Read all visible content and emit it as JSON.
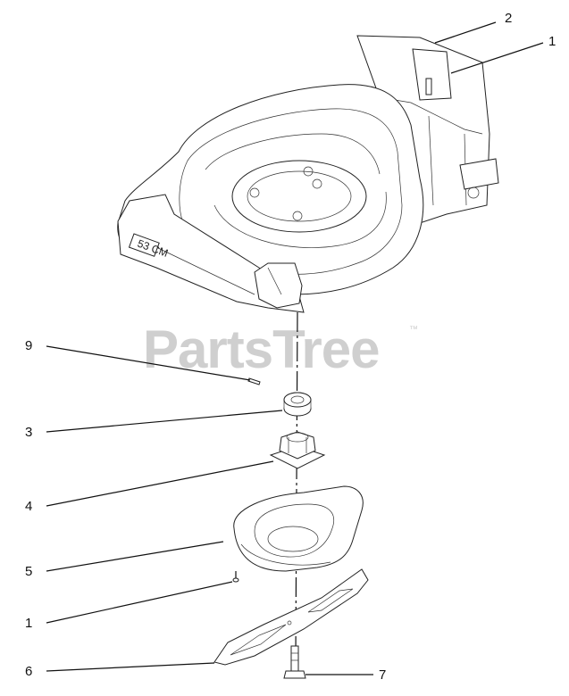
{
  "watermark": {
    "text": "PartsTree",
    "tm": "™"
  },
  "deck_label": "53 CM",
  "callouts": [
    {
      "id": "c2-top",
      "label": "2"
    },
    {
      "id": "c1-top",
      "label": "1"
    },
    {
      "id": "c9",
      "label": "9"
    },
    {
      "id": "c3",
      "label": "3"
    },
    {
      "id": "c4",
      "label": "4"
    },
    {
      "id": "c5",
      "label": "5"
    },
    {
      "id": "c1-bottom",
      "label": "1"
    },
    {
      "id": "c6",
      "label": "6"
    },
    {
      "id": "c7",
      "label": "7"
    }
  ]
}
